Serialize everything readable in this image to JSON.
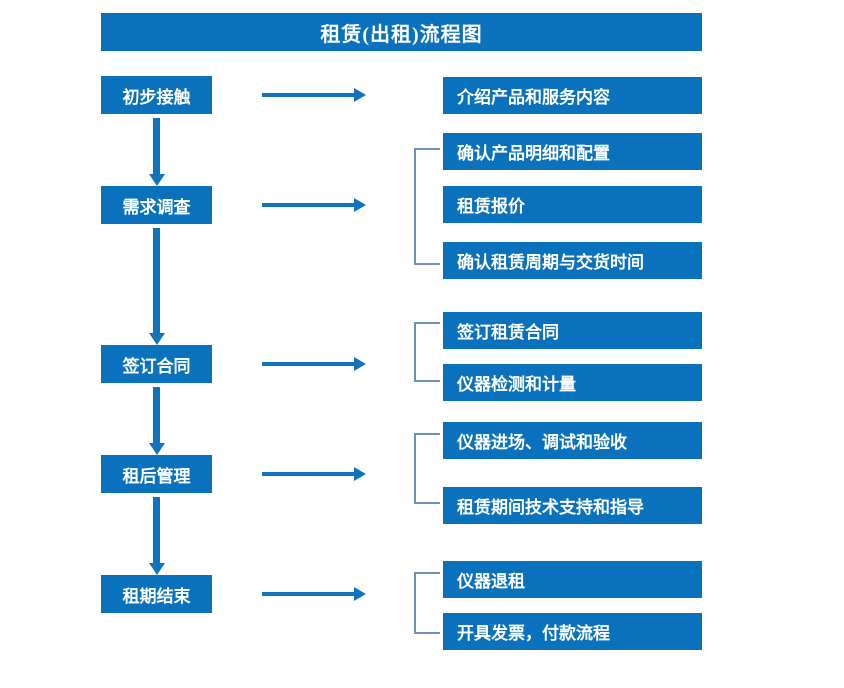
{
  "header": {
    "title": "租赁(出租)流程图",
    "banner_color": "#0a72bd"
  },
  "theme": {
    "box_fill": "#0a72bd",
    "arrow_color": "#1273bd",
    "bracket_color": "#6f92bd",
    "text_color": "#ffffff",
    "background": "#ffffff"
  },
  "flow": {
    "stages": [
      {
        "label": "初步接触"
      },
      {
        "label": "需求调查"
      },
      {
        "label": "签订合同"
      },
      {
        "label": "租后管理"
      },
      {
        "label": "租期结束"
      }
    ],
    "connectors": {
      "vertical_arrow_icon": "arrow-down-icon",
      "horizontal_arrow_icon": "arrow-right-icon",
      "bracket_icon": "group-bracket-icon"
    },
    "groups": [
      {
        "stage": "初步接触",
        "bracketed": false,
        "tasks": [
          {
            "label": "介绍产品和服务内容"
          }
        ]
      },
      {
        "stage": "需求调查",
        "bracketed": true,
        "tasks": [
          {
            "label": "确认产品明细和配置"
          },
          {
            "label": "租赁报价"
          },
          {
            "label": "确认租赁周期与交货时间"
          }
        ]
      },
      {
        "stage": "签订合同",
        "bracketed": true,
        "tasks": [
          {
            "label": "签订租赁合同"
          },
          {
            "label": "仪器检测和计量"
          }
        ]
      },
      {
        "stage": "租后管理",
        "bracketed": true,
        "tasks": [
          {
            "label": "仪器进场、调试和验收"
          },
          {
            "label": "租赁期间技术支持和指导"
          }
        ]
      },
      {
        "stage": "租期结束",
        "bracketed": true,
        "tasks": [
          {
            "label": "仪器退租"
          },
          {
            "label": "开具发票，付款流程"
          }
        ]
      }
    ]
  }
}
